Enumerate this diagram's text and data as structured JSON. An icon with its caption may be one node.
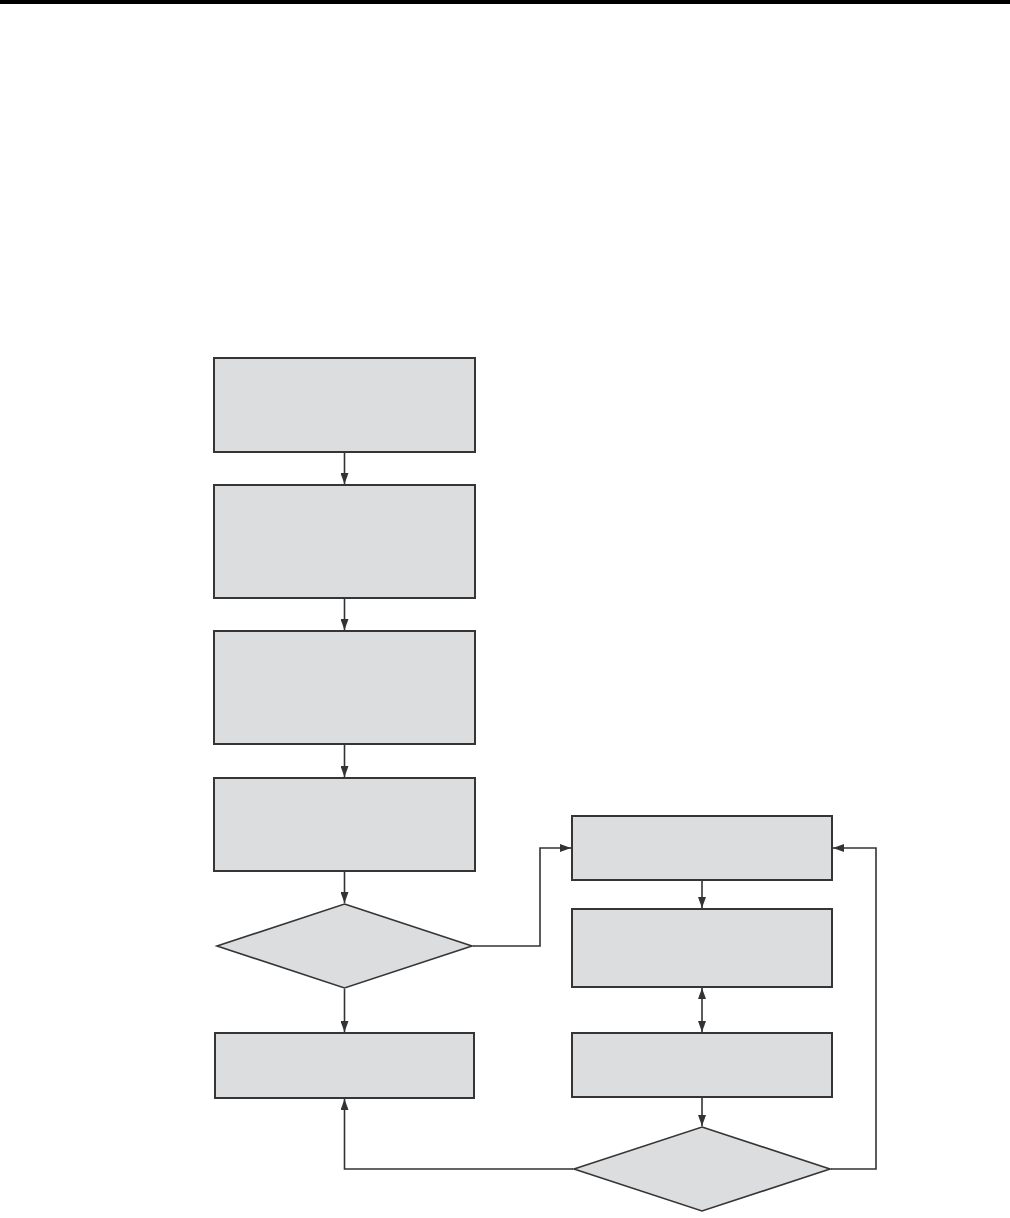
{
  "diagram": {
    "nodes": [
      {
        "text": [],
        "shape": "box"
      },
      {
        "text": [],
        "shape": "box"
      },
      {
        "text": [],
        "shape": "box"
      },
      {
        "text": [],
        "shape": "box"
      },
      {
        "text": [],
        "shape": "diamond"
      },
      {
        "text": [],
        "shape": "box"
      },
      {
        "text": [],
        "shape": "box"
      },
      {
        "text": [],
        "shape": "box"
      },
      {
        "text": [],
        "shape": "box"
      },
      {
        "text": [],
        "shape": "diamond"
      }
    ],
    "edges": [
      {
        "from": 0,
        "to": 1,
        "arrow": "to"
      },
      {
        "from": 1,
        "to": 2,
        "arrow": "to"
      },
      {
        "from": 2,
        "to": 3,
        "arrow": "to"
      },
      {
        "from": 3,
        "to": 4,
        "arrow": "to"
      },
      {
        "from": 4,
        "to": 5,
        "arrow": "to"
      },
      {
        "from": 4,
        "to": 6,
        "arrow": "to"
      },
      {
        "from": 6,
        "to": 7,
        "arrow": "to"
      },
      {
        "from": 7,
        "to": 8,
        "arrow": "both"
      },
      {
        "from": 8,
        "to": 9,
        "arrow": "to"
      },
      {
        "from": 9,
        "to": 5,
        "arrow": "to"
      },
      {
        "from": 9,
        "to": 6,
        "arrow": "to"
      }
    ]
  }
}
